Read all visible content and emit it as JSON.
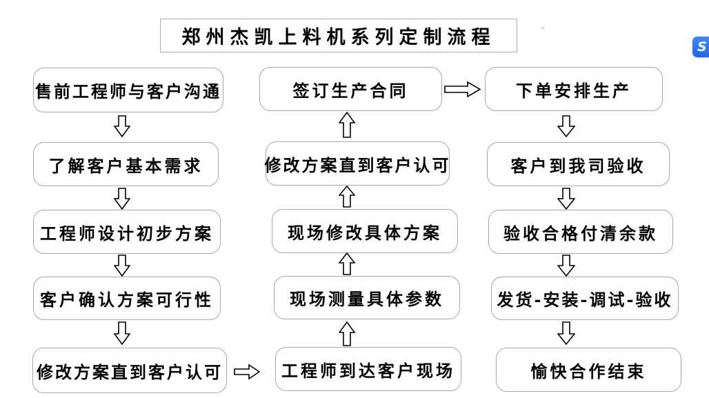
{
  "title": {
    "text": "郑州杰凯上料机系列定制流程"
  },
  "flowchart": {
    "columns": [
      {
        "id": "left",
        "flow": "top-to-bottom",
        "nodes": [
          {
            "label": "售前工程师与客户沟通"
          },
          {
            "label": "了解客户基本需求"
          },
          {
            "label": "工程师设计初步方案"
          },
          {
            "label": "客户确认方案可行性"
          },
          {
            "label": "修改方案直到客户认可"
          }
        ]
      },
      {
        "id": "middle",
        "flow": "bottom-to-top",
        "nodes": [
          {
            "label": "签订生产合同"
          },
          {
            "label": "修改方案直到客户认可"
          },
          {
            "label": "现场修改具体方案"
          },
          {
            "label": "现场测量具体参数"
          },
          {
            "label": "工程师到达客户现场"
          }
        ]
      },
      {
        "id": "right",
        "flow": "top-to-bottom",
        "nodes": [
          {
            "label": "下单安排生产"
          },
          {
            "label": "客户到我司验收"
          },
          {
            "label": "验收合格付清余款"
          },
          {
            "label": "发货-安装-调试-验收"
          },
          {
            "label": "愉快合作结束"
          }
        ]
      }
    ],
    "connectors": [
      {
        "from": "left-1",
        "to": "left-2",
        "direction": "down"
      },
      {
        "from": "left-2",
        "to": "left-3",
        "direction": "down"
      },
      {
        "from": "left-3",
        "to": "left-4",
        "direction": "down"
      },
      {
        "from": "left-4",
        "to": "left-5",
        "direction": "down"
      },
      {
        "from": "left-5",
        "to": "middle-5",
        "direction": "right"
      },
      {
        "from": "middle-5",
        "to": "middle-4",
        "direction": "up"
      },
      {
        "from": "middle-4",
        "to": "middle-3",
        "direction": "up"
      },
      {
        "from": "middle-3",
        "to": "middle-2",
        "direction": "up"
      },
      {
        "from": "middle-2",
        "to": "middle-1",
        "direction": "up"
      },
      {
        "from": "middle-1",
        "to": "right-1",
        "direction": "right"
      },
      {
        "from": "right-1",
        "to": "right-2",
        "direction": "down"
      },
      {
        "from": "right-2",
        "to": "right-3",
        "direction": "down"
      },
      {
        "from": "right-3",
        "to": "right-4",
        "direction": "down"
      },
      {
        "from": "right-4",
        "to": "right-5",
        "direction": "down"
      }
    ]
  },
  "logo": {
    "glyph": "S"
  },
  "colors": {
    "box_border": "#a6a6a6",
    "arrow_outline": "#000000",
    "text": "#000000",
    "logo_blue": "#2e7bf2"
  }
}
